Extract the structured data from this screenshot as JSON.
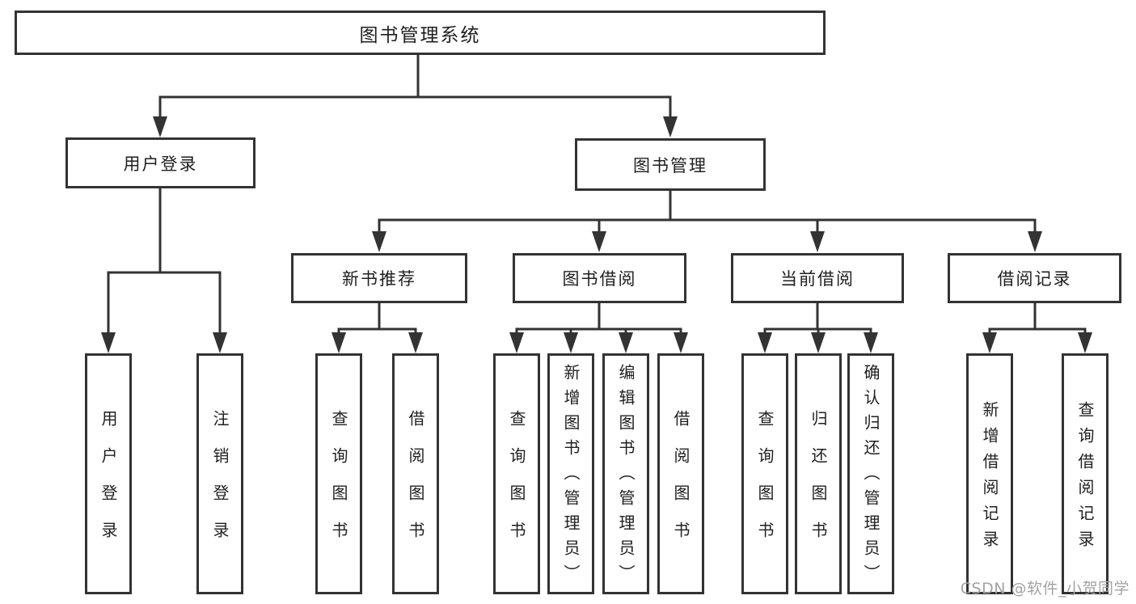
{
  "diagram": {
    "root": "图书管理系统",
    "children": [
      {
        "label": "用户登录",
        "children": [
          "用户登录",
          "注销登录"
        ]
      },
      {
        "label": "图书管理",
        "children": [
          {
            "label": "新书推荐",
            "children": [
              "查询图书",
              "借阅图书"
            ]
          },
          {
            "label": "图书借阅",
            "children": [
              "查询图书",
              "新增图书（管理员）",
              "编辑图书（管理员）",
              "借阅图书"
            ]
          },
          {
            "label": "当前借阅",
            "children": [
              "查询图书",
              "归还图书",
              "确认归还（管理员）"
            ]
          },
          {
            "label": "借阅记录",
            "children": [
              "新增借阅记录",
              "查询借阅记录"
            ]
          }
        ]
      }
    ]
  },
  "watermark": "CSDN @软件_小贺同学",
  "colors": {
    "line": "#333333",
    "border": "#333333",
    "text": "#1f1f1f",
    "background": "#ffffff",
    "watermark_text": "#a3a3a3"
  }
}
